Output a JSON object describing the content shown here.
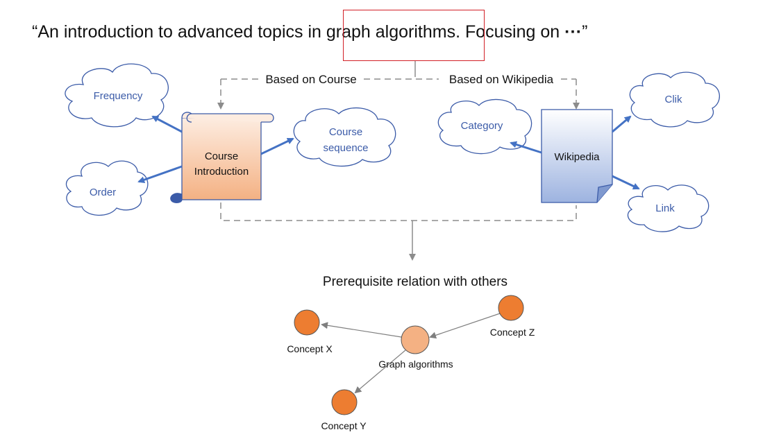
{
  "quote": {
    "open_mark": "“",
    "before": "An introduction to advanced topics in ",
    "highlight": "graph algorithms.",
    "after": " Focusing on ",
    "ellipsis": "···",
    "close_mark": "”"
  },
  "branches": {
    "course_label": "Based on Course",
    "wikipedia_label": "Based on Wikipedia"
  },
  "course": {
    "line1": "Course",
    "line2": "Introduction",
    "clouds": {
      "frequency": "Frequency",
      "order": "Order",
      "seq1": "Course",
      "seq2": "sequence"
    }
  },
  "wikipedia": {
    "label": "Wikipedia",
    "clouds": {
      "category": "Category",
      "clik": "Clik",
      "link": "Link"
    }
  },
  "result": {
    "title": "Prerequisite relation with others",
    "concept_x": "Concept X",
    "concept_y": "Concept Y",
    "concept_z": "Concept Z",
    "center": "Graph algorithms"
  },
  "colors": {
    "arrow_blue": "#4472c4",
    "cloud_text": "#3b5ba8",
    "highlight_border": "#d21f26",
    "node_dark": "#ed7d31",
    "node_light": "#f4b183",
    "dashed_gray": "#8c8c8c"
  }
}
